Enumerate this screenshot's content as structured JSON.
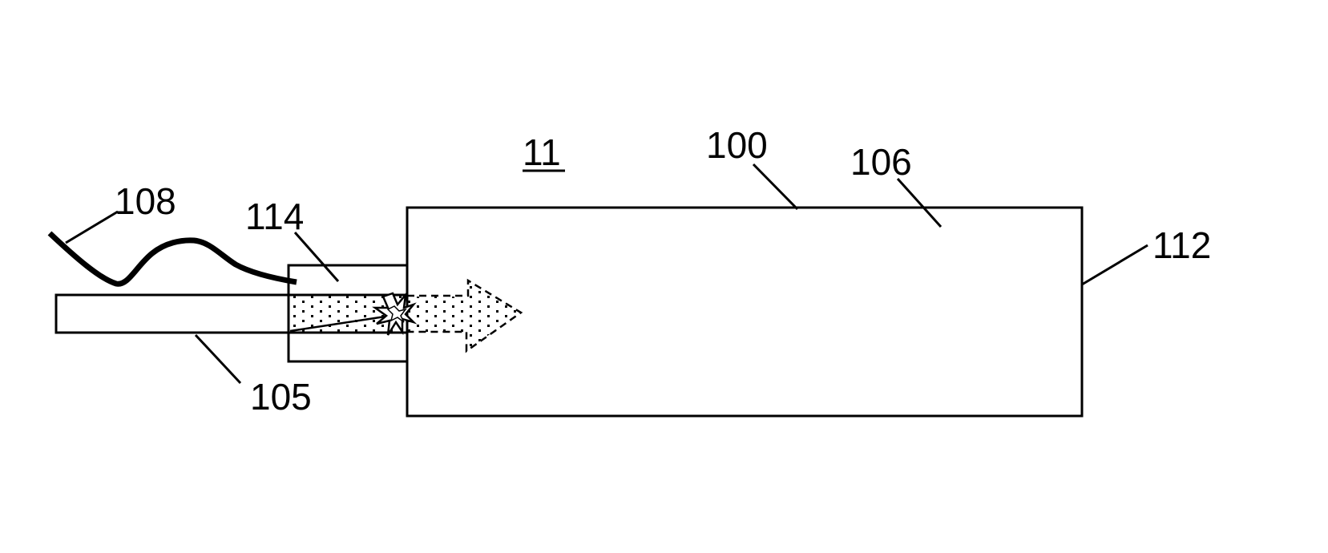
{
  "figure": {
    "figure_number": "11",
    "labels": {
      "housing": "100",
      "chamber": "106",
      "end": "112",
      "sleeve": "114",
      "wire": "108",
      "rod": "105"
    }
  },
  "colors": {
    "ink": "#000000",
    "background": "#ffffff"
  }
}
